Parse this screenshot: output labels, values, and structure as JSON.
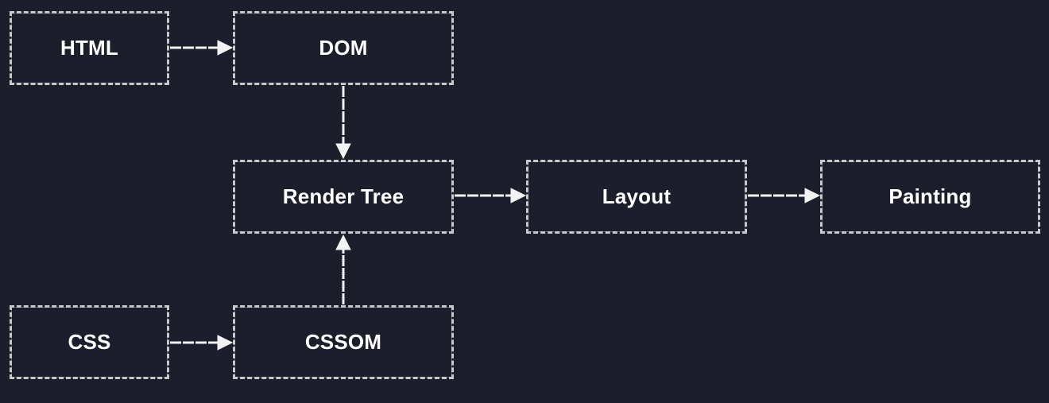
{
  "diagram": {
    "nodes": {
      "html": "HTML",
      "dom": "DOM",
      "render_tree": "Render Tree",
      "layout": "Layout",
      "painting": "Painting",
      "css": "CSS",
      "cssom": "CSSOM"
    },
    "edges": [
      {
        "from": "HTML",
        "to": "DOM"
      },
      {
        "from": "DOM",
        "to": "Render Tree"
      },
      {
        "from": "CSS",
        "to": "CSSOM"
      },
      {
        "from": "CSSOM",
        "to": "Render Tree"
      },
      {
        "from": "Render Tree",
        "to": "Layout"
      },
      {
        "from": "Layout",
        "to": "Painting"
      }
    ],
    "colors": {
      "background": "#1d1e2c",
      "border": "#c9c9cc",
      "text": "#ffffff",
      "arrow": "#f2f2f2"
    }
  }
}
